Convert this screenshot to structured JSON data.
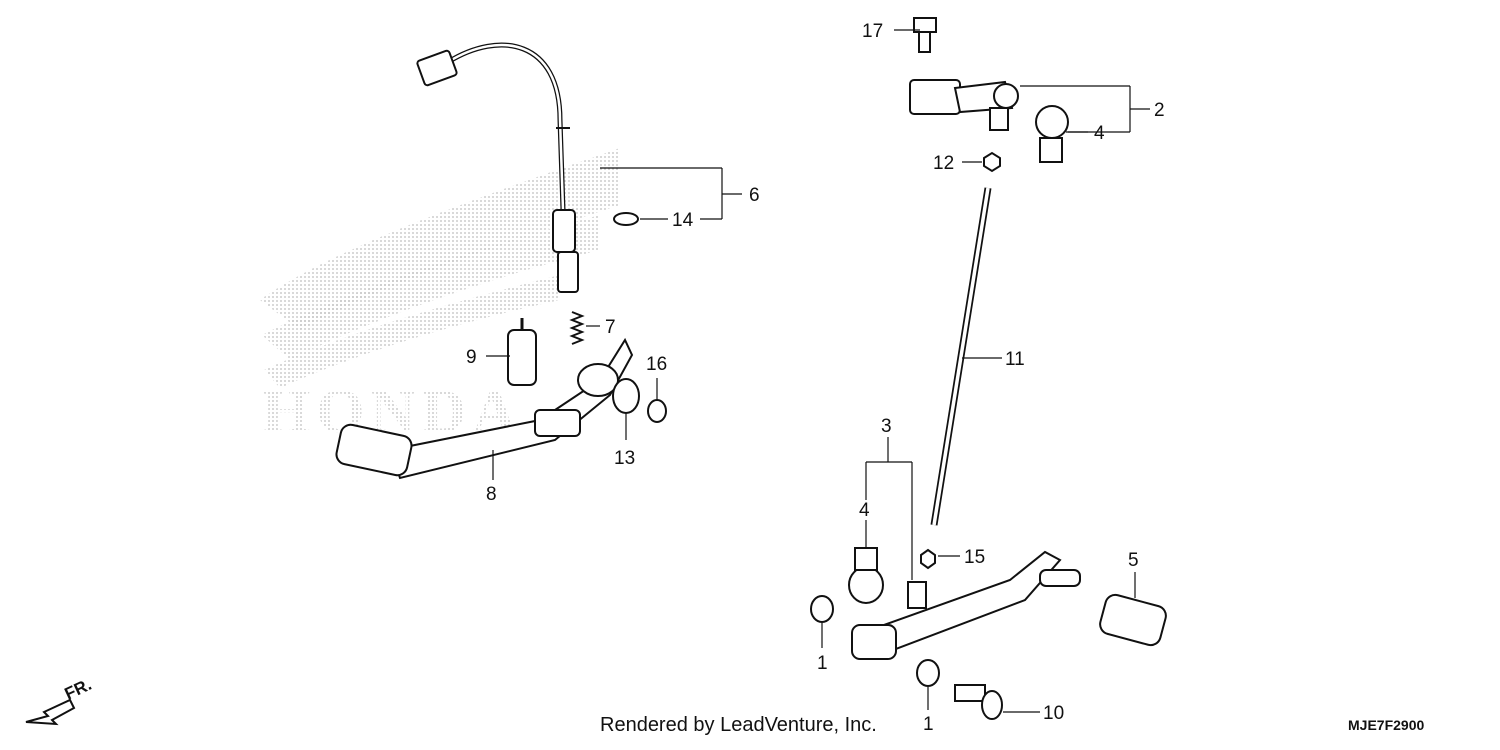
{
  "watermark": {
    "text": "HONDA"
  },
  "callouts": [
    {
      "id": "c1a",
      "text": "1"
    },
    {
      "id": "c1b",
      "text": "1"
    },
    {
      "id": "c2",
      "text": "2"
    },
    {
      "id": "c3",
      "text": "3"
    },
    {
      "id": "c4a",
      "text": "4"
    },
    {
      "id": "c4b",
      "text": "4"
    },
    {
      "id": "c5",
      "text": "5"
    },
    {
      "id": "c6",
      "text": "6"
    },
    {
      "id": "c7",
      "text": "7"
    },
    {
      "id": "c8",
      "text": "8"
    },
    {
      "id": "c9",
      "text": "9"
    },
    {
      "id": "c10",
      "text": "10"
    },
    {
      "id": "c11",
      "text": "11"
    },
    {
      "id": "c12",
      "text": "12"
    },
    {
      "id": "c13",
      "text": "13"
    },
    {
      "id": "c14",
      "text": "14"
    },
    {
      "id": "c15",
      "text": "15"
    },
    {
      "id": "c16",
      "text": "16"
    },
    {
      "id": "c17",
      "text": "17"
    }
  ],
  "footer": {
    "credit": "Rendered by LeadVenture, Inc.",
    "diagram_code": "MJE7F2900",
    "front_marker": "FR."
  }
}
